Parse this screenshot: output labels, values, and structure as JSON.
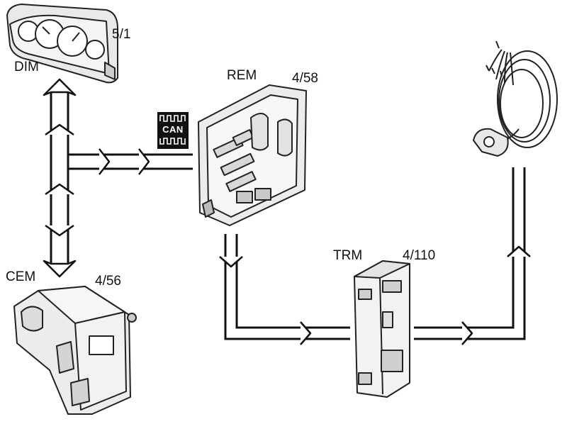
{
  "modules": {
    "dim": {
      "name": "DIM",
      "number": "5/1"
    },
    "rem": {
      "name": "REM",
      "number": "4/58"
    },
    "cem": {
      "name": "CEM",
      "number": "4/56"
    },
    "trm": {
      "name": "TRM",
      "number": "4/110"
    }
  },
  "bus_badge": {
    "text": "CAN"
  }
}
